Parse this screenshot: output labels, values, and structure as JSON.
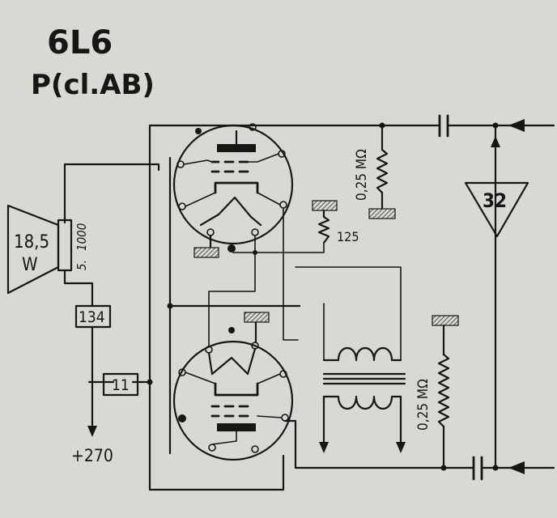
{
  "title": {
    "tube": "6L6",
    "mode": "P(cl.AB)"
  },
  "speaker": {
    "power": "18,5",
    "unit": "W",
    "ratio_top": "1000",
    "ratio_bottom": "5."
  },
  "components": {
    "resistor_top": "0,25 MΩ",
    "resistor_bottom": "0,25 MΩ",
    "cathode_resistor": "125",
    "box_134": "134",
    "box_11": "11",
    "amp_gain": "32",
    "supply": "+270"
  },
  "colors": {
    "ink": "#161616",
    "paper": "#d9d8d3",
    "hatch": "#6a6a6a"
  }
}
